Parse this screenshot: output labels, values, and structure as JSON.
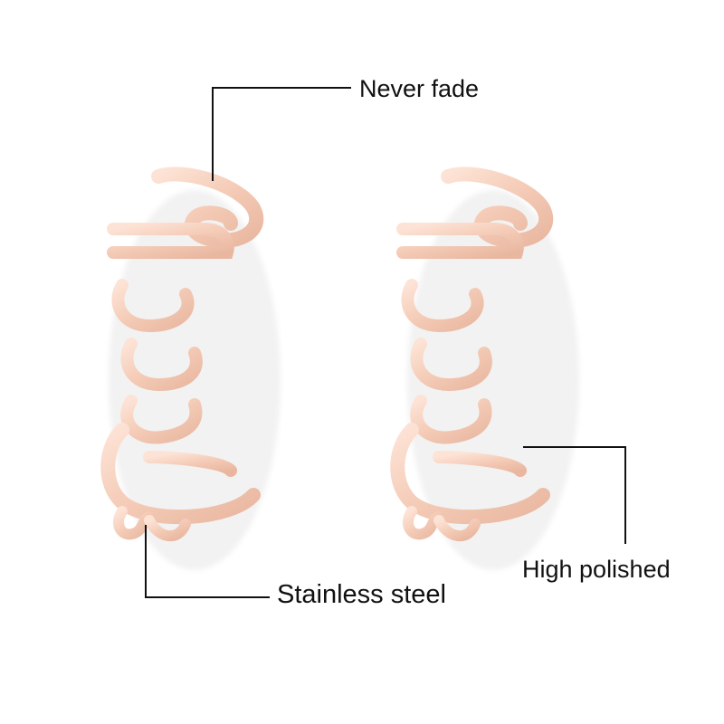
{
  "callouts": {
    "never_fade": "Never fade",
    "stainless_steel": "Stainless steel",
    "high_polished": "High polished"
  },
  "colors": {
    "metal": "#f5cfbd",
    "metal_edge": "#cf9f88",
    "metal_highlight": "#fff2ea",
    "shadow": "#ededed",
    "callout_line": "#111111",
    "background": "#ffffff"
  },
  "product": {
    "name": "script-word-stud-earrings",
    "count": 2
  }
}
